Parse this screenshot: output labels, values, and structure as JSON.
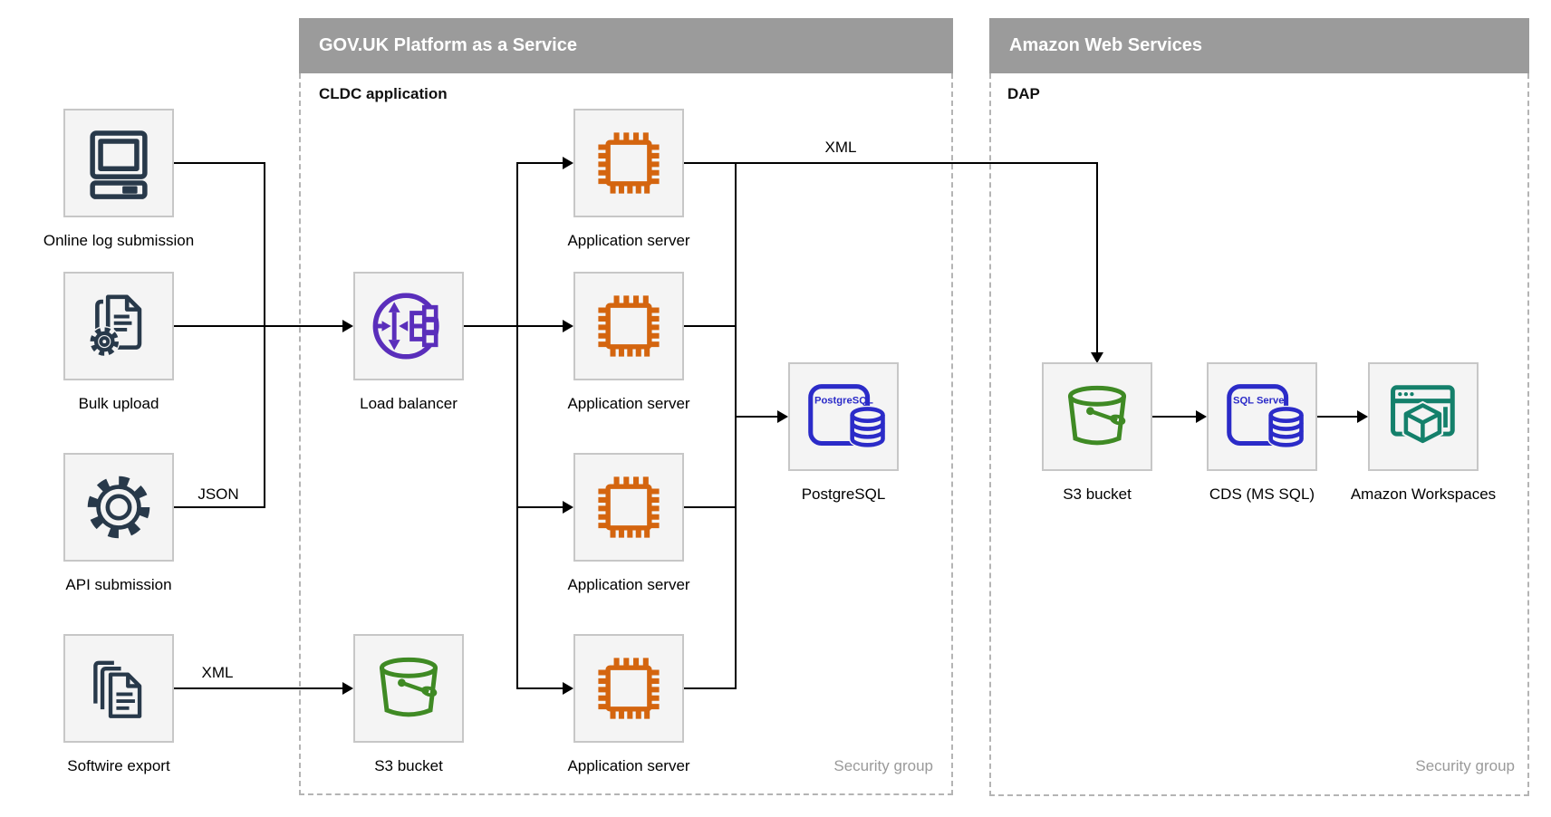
{
  "sources": [
    {
      "label": "Online log submission",
      "icon": "computer-icon"
    },
    {
      "label": "Bulk upload",
      "icon": "document-gear-icon"
    },
    {
      "label": "API submission",
      "icon": "gear-icon"
    },
    {
      "label": "Softwire export",
      "icon": "stacked-documents-icon"
    }
  ],
  "govuk_container": {
    "title": "GOV.UK Platform as a Service",
    "sublabel": "CLDC application",
    "security_label": "Security group",
    "load_balancer_label": "Load balancer",
    "s3_label": "S3 bucket",
    "app_server_labels": [
      "Application server",
      "Application server",
      "Application server",
      "Application server"
    ],
    "postgresql_label": "PostgreSQL",
    "postgresql_badge": "PostgreSQL"
  },
  "aws_container": {
    "title": "Amazon Web Services",
    "sublabel": "DAP",
    "security_label": "Security group",
    "s3_label": "S3 bucket",
    "cds_label": "CDS (MS SQL)",
    "cds_badge": "SQL Server",
    "workspaces_label": "Amazon Workspaces"
  },
  "edge_labels": {
    "api_format": "JSON",
    "softwire_format": "XML",
    "app_feed_format": "XML"
  },
  "colors": {
    "header_bar": "#9b9b9b",
    "container_border": "#b4b4b4",
    "node_fill": "#f4f4f4",
    "node_border": "#c7c7c7",
    "connector": "#000000",
    "source_icon": "#28394A",
    "app_server_icon": "#D4650F",
    "load_balancer_icon": "#5A2EBB",
    "s3_icon": "#3F8A24",
    "database_icon": "#2B2BC8",
    "workspaces_icon": "#14806B",
    "security_text": "#9a9a9a"
  }
}
